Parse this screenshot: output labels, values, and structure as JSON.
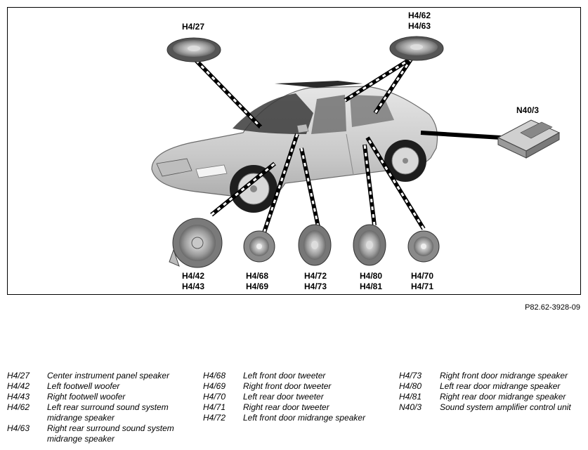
{
  "diagram": {
    "labels": {
      "h4_27": [
        "H4/27"
      ],
      "h4_62": [
        "H4/62",
        "H4/63"
      ],
      "n40_3": [
        "N40/3"
      ],
      "h4_42": [
        "H4/42",
        "H4/43"
      ],
      "h4_68": [
        "H4/68",
        "H4/69"
      ],
      "h4_72": [
        "H4/72",
        "H4/73"
      ],
      "h4_80": [
        "H4/80",
        "H4/81"
      ],
      "h4_70": [
        "H4/70",
        "H4/71"
      ]
    },
    "figure_code": "P82.62-3928-09"
  },
  "legend": {
    "col1": [
      {
        "code": "H4/27",
        "desc": "Center instrument panel speaker"
      },
      {
        "code": "H4/42",
        "desc": "Left footwell woofer"
      },
      {
        "code": "H4/43",
        "desc": "Right footwell woofer"
      },
      {
        "code": "H4/62",
        "desc": "Left rear surround sound system midrange speaker"
      },
      {
        "code": "H4/63",
        "desc": "Right rear surround sound system midrange speaker"
      }
    ],
    "col2": [
      {
        "code": "H4/68",
        "desc": "Left front door tweeter"
      },
      {
        "code": "H4/69",
        "desc": "Right front door tweeter"
      },
      {
        "code": "H4/70",
        "desc": "Left rear door tweeter"
      },
      {
        "code": "H4/71",
        "desc": "Right rear door tweeter"
      },
      {
        "code": "H4/72",
        "desc": "Left front door midrange speaker"
      }
    ],
    "col3": [
      {
        "code": "H4/73",
        "desc": "Right front door midrange speaker"
      },
      {
        "code": "H4/80",
        "desc": "Left rear door midrange speaker"
      },
      {
        "code": "H4/81",
        "desc": "Right rear door midrange speaker"
      },
      {
        "code": "N40/3",
        "desc": "Sound system amplifier control unit"
      }
    ]
  }
}
